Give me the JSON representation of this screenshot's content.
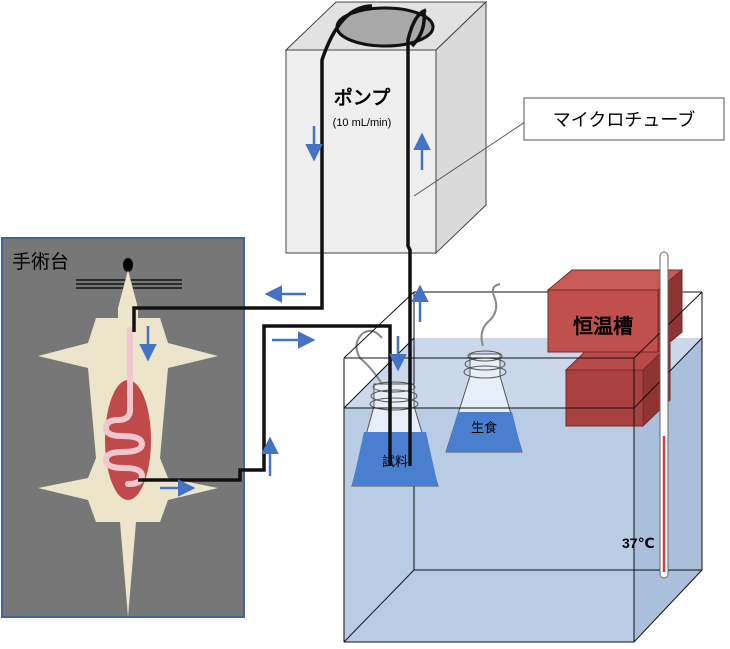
{
  "pump": {
    "title": "ポンプ",
    "rate": "(10 mL/min)"
  },
  "callout": {
    "label": "マイクロチューブ"
  },
  "surgery_table": {
    "label": "手術台"
  },
  "incubator": {
    "label": "恒温槽"
  },
  "flask_sample": {
    "label": "試料"
  },
  "flask_saline": {
    "label": "生食"
  },
  "thermometer": {
    "reading": "37℃"
  },
  "colors": {
    "tube": "#111111",
    "arrow": "#4472c4",
    "water": "#b8cce4",
    "liquid": "#4a7fd0",
    "incubator": "#c0504d",
    "table_bg": "#777777",
    "body": "#ece5cc",
    "intestine": "#c04a4a"
  }
}
